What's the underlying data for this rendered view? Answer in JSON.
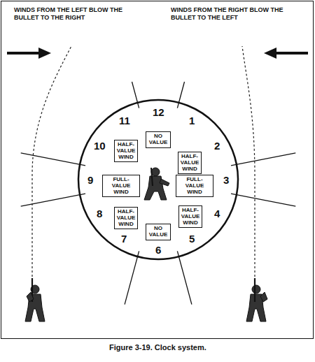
{
  "diagram": {
    "caption": "Figure 3-19. Clock system.",
    "nodes": [
      {
        "text": [
          "NO VALUE"
        ]
      },
      {
        "text": [
          "HALF-VALUE WIND"
        ]
      },
      {
        "text": [
          "HALF-VALUE WIND"
        ]
      },
      {
        "text": [
          "FULL-VALUE WIND"
        ]
      },
      {
        "text": [
          "FULL-VALUE WIND"
        ]
      },
      {
        "text": [
          "HALF-VALUE WIND"
        ]
      },
      {
        "text": [
          "HALF-VALUE WIND"
        ]
      },
      {
        "text": [
          "NO VALUE"
        ]
      }
    ],
    "labels": [
      "WINDS FROM THE LEFT BLOW THE BULLET TO THE RIGHT",
      "WINDS FROM THE RIGHT BLOW THE BULLET TO THE LEFT",
      "12",
      "1",
      "2",
      "3",
      "4",
      "5",
      "6",
      "7",
      "8",
      "9",
      "10",
      "11"
    ]
  }
}
